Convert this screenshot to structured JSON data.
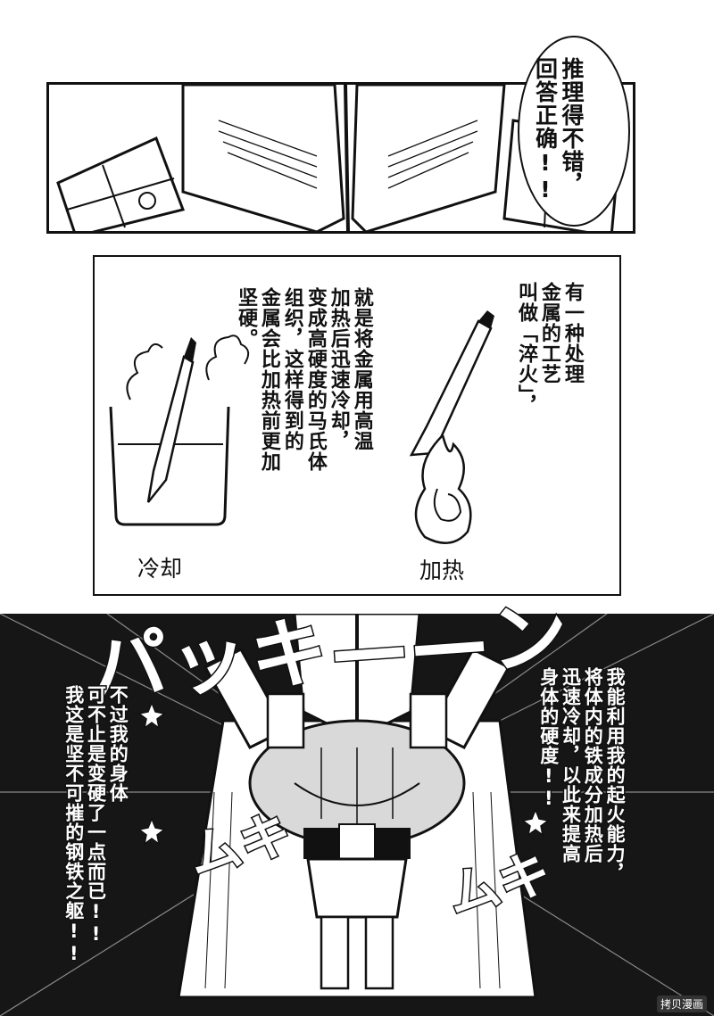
{
  "panel1": {
    "bubble_lines": [
      "推理得不错，",
      "回答正确!!"
    ]
  },
  "panel2": {
    "right_lines": [
      "有一种处理",
      "金属的工艺",
      "叫做「淬火」，"
    ],
    "left_lines": [
      "就是将金属用高温",
      "加热后迅速冷却，",
      "变成高硬度的马氏体",
      "组织，这样得到的",
      "金属会比加热前更加",
      "坚硬。"
    ],
    "label_cool": "冷却",
    "label_heat": "加热"
  },
  "panel3": {
    "sfx_top": "パッキ——ン",
    "sfx_left": "ムキ",
    "sfx_right": "ムキ",
    "left_lines": [
      "不过我的身体",
      "可不止是变硬了一点而已!!",
      "我这是坚不可摧的钢铁之躯!!"
    ],
    "right_lines": [
      "我能利用我的起火能力，",
      "将体内的铁成分加热后",
      "迅速冷却，以此来提高",
      "身体的硬度!!"
    ]
  },
  "watermark": "拷贝漫画"
}
